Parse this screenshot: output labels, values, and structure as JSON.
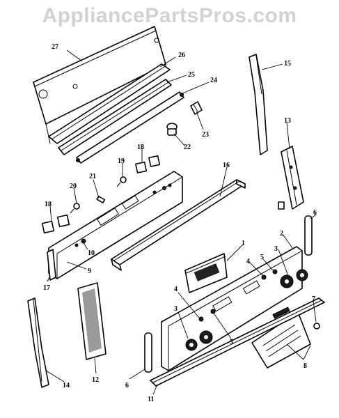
{
  "watermark": "AppliancePartsPros.com",
  "callouts": {
    "c1": "1",
    "c2": "2",
    "c3a": "3",
    "c3b": "3",
    "c4a": "4",
    "c4b": "4",
    "c5a": "5",
    "c5b": "5",
    "c6a": "6",
    "c6b": "6",
    "c7": "7",
    "c8": "8",
    "c9": "9",
    "c10": "10",
    "c11": "11",
    "c12": "12",
    "c13": "13",
    "c14": "14",
    "c15": "15",
    "c16": "16",
    "c17": "17",
    "c18a": "18",
    "c18b": "18",
    "c19": "19",
    "c20": "20",
    "c21": "21",
    "c22": "22",
    "c23": "23",
    "c24": "24",
    "c25": "25",
    "c26": "26",
    "c27": "27"
  }
}
